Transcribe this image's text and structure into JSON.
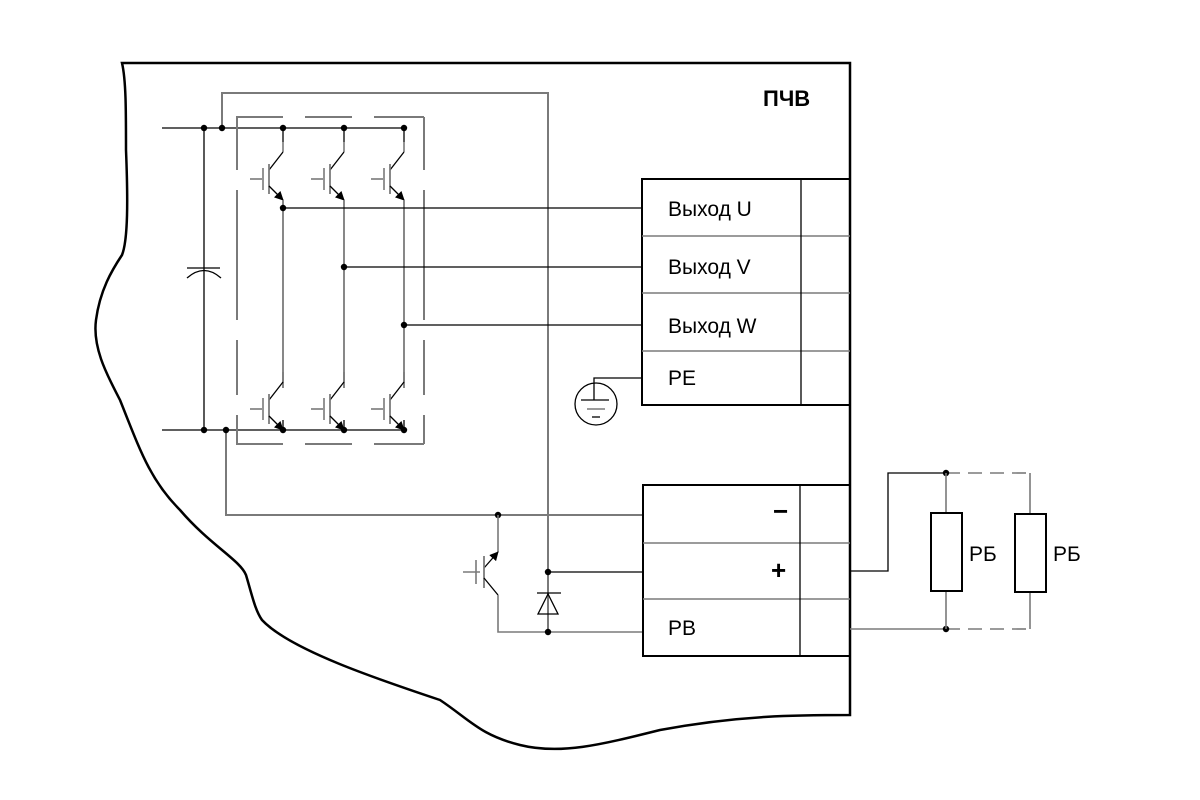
{
  "device": {
    "title": "ПЧВ"
  },
  "output_terminal_block": {
    "rows": [
      {
        "label": "Выход U"
      },
      {
        "label": "Выход V"
      },
      {
        "label": "Выход W"
      },
      {
        "label": "PE"
      }
    ]
  },
  "brake_terminal_block": {
    "rows": [
      {
        "label": "−"
      },
      {
        "label": "+"
      },
      {
        "label": "PB"
      }
    ]
  },
  "brake_resistors": [
    {
      "label": "РБ"
    },
    {
      "label": "РБ"
    }
  ],
  "components": {
    "inverter_igbt_count": 6,
    "brake_igbt_count": 1,
    "diode_count": 1,
    "dc_link_capacitor": "capacitor-icon",
    "ground_symbol": "ground-icon"
  },
  "colors": {
    "line": "#000000",
    "secondary_line": "#7a7a7a",
    "background": "#ffffff"
  }
}
